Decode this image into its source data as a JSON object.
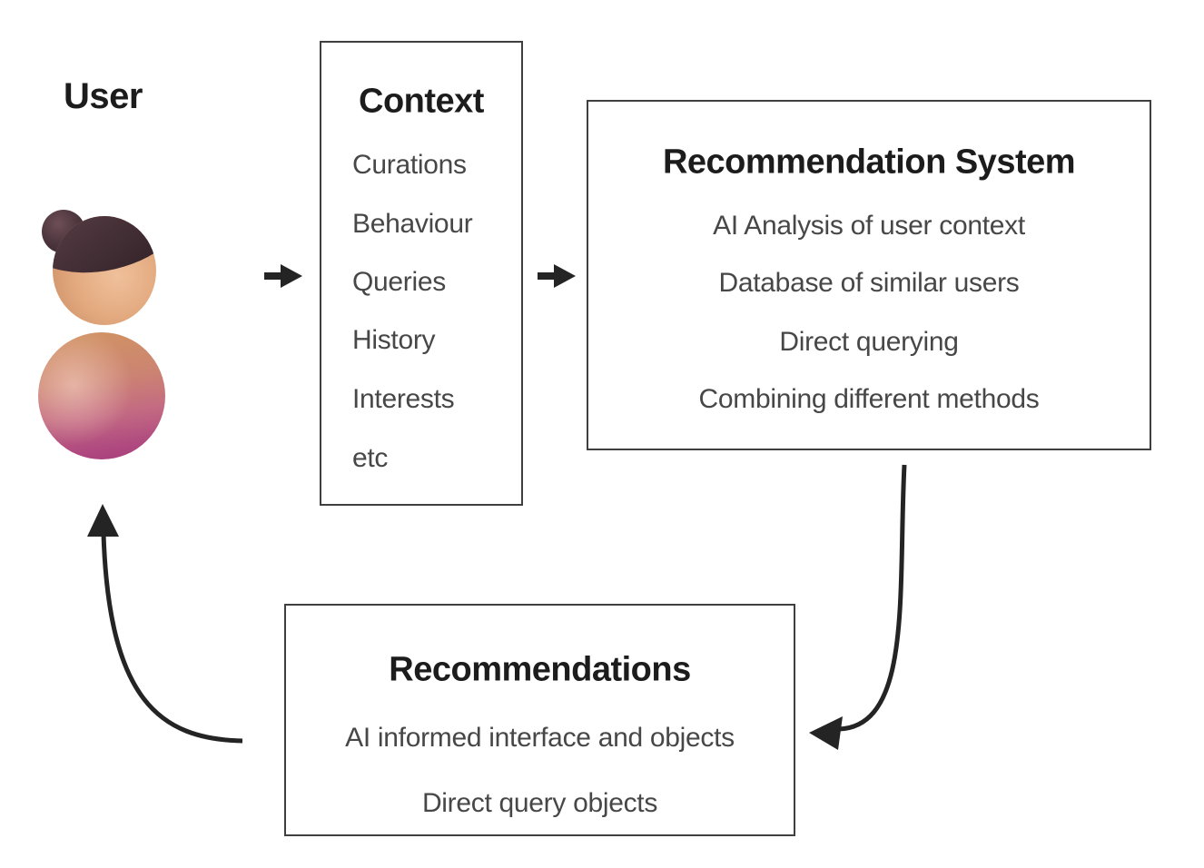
{
  "diagram": {
    "title_implied": "Recommendation system feedback loop",
    "user": {
      "label": "User",
      "avatar": "3d-woman-with-hair-bun"
    },
    "context_box": {
      "title": "Context",
      "items": [
        "Curations",
        "Behaviour",
        "Queries",
        "History",
        "Interests",
        "etc"
      ]
    },
    "recommendation_system_box": {
      "title": "Recommendation System",
      "items": [
        "AI Analysis of user context",
        "Database of similar users",
        "Direct querying",
        "Combining different methods"
      ]
    },
    "recommendations_box": {
      "title": "Recommendations",
      "items": [
        "AI informed interface and objects",
        "Direct query objects"
      ]
    },
    "flow": [
      {
        "from": "User",
        "to": "Context",
        "style": "straight-right-arrow"
      },
      {
        "from": "Context",
        "to": "Recommendation System",
        "style": "straight-right-arrow"
      },
      {
        "from": "Recommendation System",
        "to": "Recommendations",
        "style": "curved-arrow-down-left"
      },
      {
        "from": "Recommendations",
        "to": "User",
        "style": "curved-arrow-left-up"
      }
    ],
    "colors": {
      "background": "#ffffff",
      "box_border": "#3f3f3f",
      "title_text": "#1c1c1c",
      "item_text": "#474747",
      "arrow": "#242424",
      "avatar_hair": "#4a333b",
      "avatar_skin": "#e4ab81",
      "avatar_body_top": "#d09165",
      "avatar_body_bottom": "#a63d7c"
    }
  }
}
